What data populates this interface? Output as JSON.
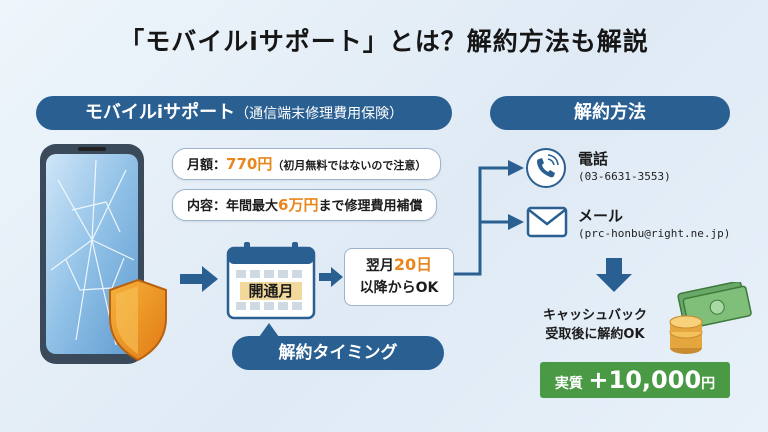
{
  "title": "「モバイルiサポート」とは？解約方法も解説",
  "left_header": {
    "main": "モバイルiサポート",
    "sub": "（通信端末修理費用保険）"
  },
  "fee": {
    "label": "月額：",
    "value": "770円",
    "note": "（初月無料ではないので注意）"
  },
  "content": {
    "label": "内容：年間最大",
    "value": "6万円",
    "rest": "まで修理費用補償"
  },
  "calendar_label": "開通月",
  "timing_box": {
    "line1_prefix": "翌月",
    "line1_value": "20日",
    "line2": "以降からOK"
  },
  "timing_header": "解約タイミング",
  "right_header": "解約方法",
  "phone": {
    "title": "電話",
    "detail": "(03-6631-3553)"
  },
  "email": {
    "title": "メール",
    "detail": "(prc-honbu@right.ne.jp)"
  },
  "cashback": {
    "line1": "キャッシュバック",
    "line2": "受取後に解約OK"
  },
  "result": {
    "label": "実質",
    "amount": "+10,000",
    "unit": "円"
  },
  "colors": {
    "navy": "#2a5f92",
    "orange": "#e8871e",
    "green": "#4a9a45"
  }
}
